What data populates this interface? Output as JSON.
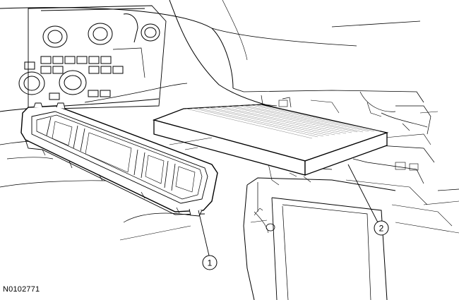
{
  "callouts": {
    "item_1": "1",
    "item_2": "2"
  },
  "figure_id": "N0102771",
  "colors": {
    "line": "#000000",
    "background": "#ffffff",
    "light_line": "#555555"
  }
}
